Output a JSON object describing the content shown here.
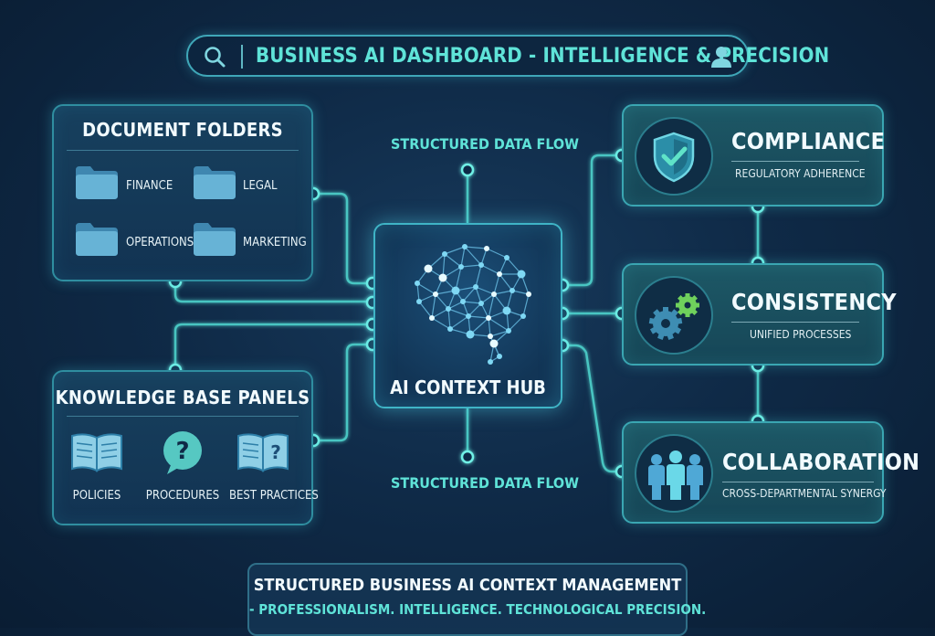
{
  "header": {
    "title": "BUSINESS AI DASHBOARD - INTELLIGENCE & PRECISION",
    "search_icon": "search-icon",
    "user_icon": "user-icon"
  },
  "document_folders": {
    "title": "DOCUMENT FOLDERS",
    "items": [
      {
        "label": "FINANCE",
        "icon": "folder-icon"
      },
      {
        "label": "LEGAL",
        "icon": "folder-icon"
      },
      {
        "label": "OPERATIONS",
        "icon": "folder-icon"
      },
      {
        "label": "MARKETING",
        "icon": "folder-icon"
      }
    ]
  },
  "knowledge_base": {
    "title": "KNOWLEDGE BASE PANELS",
    "items": [
      {
        "label": "POLICIES",
        "icon": "open-book-icon"
      },
      {
        "label": "PROCEDURES",
        "icon": "question-bubble-icon"
      },
      {
        "label": "BEST PRACTICES",
        "icon": "book-question-icon"
      }
    ]
  },
  "hub": {
    "label": "AI CONTEXT HUB",
    "icon": "brain-network-icon",
    "flow_top": "STRUCTURED DATA FLOW",
    "flow_bottom": "STRUCTURED DATA FLOW"
  },
  "right_panels": [
    {
      "title": "COMPLIANCE",
      "subtitle": "REGULATORY ADHERENCE",
      "icon": "shield-check-icon"
    },
    {
      "title": "CONSISTENCY",
      "subtitle": "UNIFIED PROCESSES",
      "icon": "gears-icon"
    },
    {
      "title": "COLLABORATION",
      "subtitle": "CROSS-DEPARTMENTAL SYNERGY",
      "icon": "team-icon"
    }
  ],
  "footer": {
    "line1": "STRUCTURED BUSINESS AI CONTEXT MANAGEMENT",
    "line2": "- PROFESSIONALISM. INTELLIGENCE. TECHNOLOGICAL PRECISION."
  },
  "colors": {
    "background": "#0f2a47",
    "accent": "#5fe3d8",
    "panel_border": "#2f8ea0",
    "wire": "#4fd6cf"
  }
}
